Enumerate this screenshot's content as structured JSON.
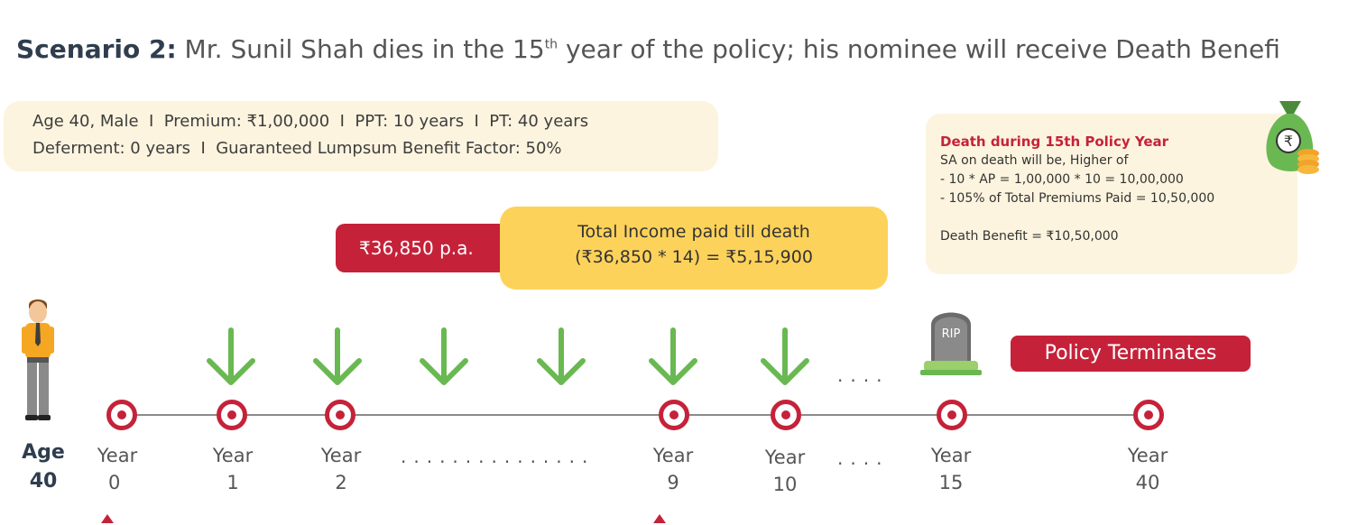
{
  "title": {
    "bold": "Scenario 2:",
    "text_a": " Mr. Sunil Shah dies in the 15",
    "sup": "th",
    "text_b": " year of the policy; his nominee will receive Death Benefi"
  },
  "info": {
    "line1": "Age 40, Male  I  Premium: ₹1,00,000  I  PPT: 10 years  I  PT: 40 years",
    "line2": "Deferment: 0 years  I  Guaranteed Lumpsum Benefit Factor: 50%"
  },
  "death_box": {
    "title": "Death during 15th Policy Year",
    "line1": "SA on death will be, Higher of",
    "line2": "- 10 * AP = 1,00,000 * 10 = 10,00,000",
    "line3": "- 105% of Total Premiums Paid = 10,50,000",
    "line4": "Death Benefit = ₹10,50,000"
  },
  "income": {
    "annual": "₹36,850 p.a.",
    "total_line1": "Total Income paid till death",
    "total_line2": "(₹36,850 * 14) = ₹5,15,900"
  },
  "terminate_label": "Policy Terminates",
  "tomb_text": "RIP",
  "age": {
    "label": "Age",
    "value": "40"
  },
  "years": [
    {
      "label": "Year",
      "value": "0"
    },
    {
      "label": "Year",
      "value": "1"
    },
    {
      "label": "Year",
      "value": "2"
    },
    {
      "label": "Year",
      "value": "9"
    },
    {
      "label": "Year",
      "value": "10"
    },
    {
      "label": "Year",
      "value": "15"
    },
    {
      "label": "Year",
      "value": "40"
    }
  ],
  "dots_long": "...............",
  "dots_short": "....",
  "colors": {
    "accent_red": "#c5223a",
    "arrow_green": "#6ab852",
    "highlight_yellow": "#fdd25a",
    "panel_cream": "#fdf4df"
  }
}
